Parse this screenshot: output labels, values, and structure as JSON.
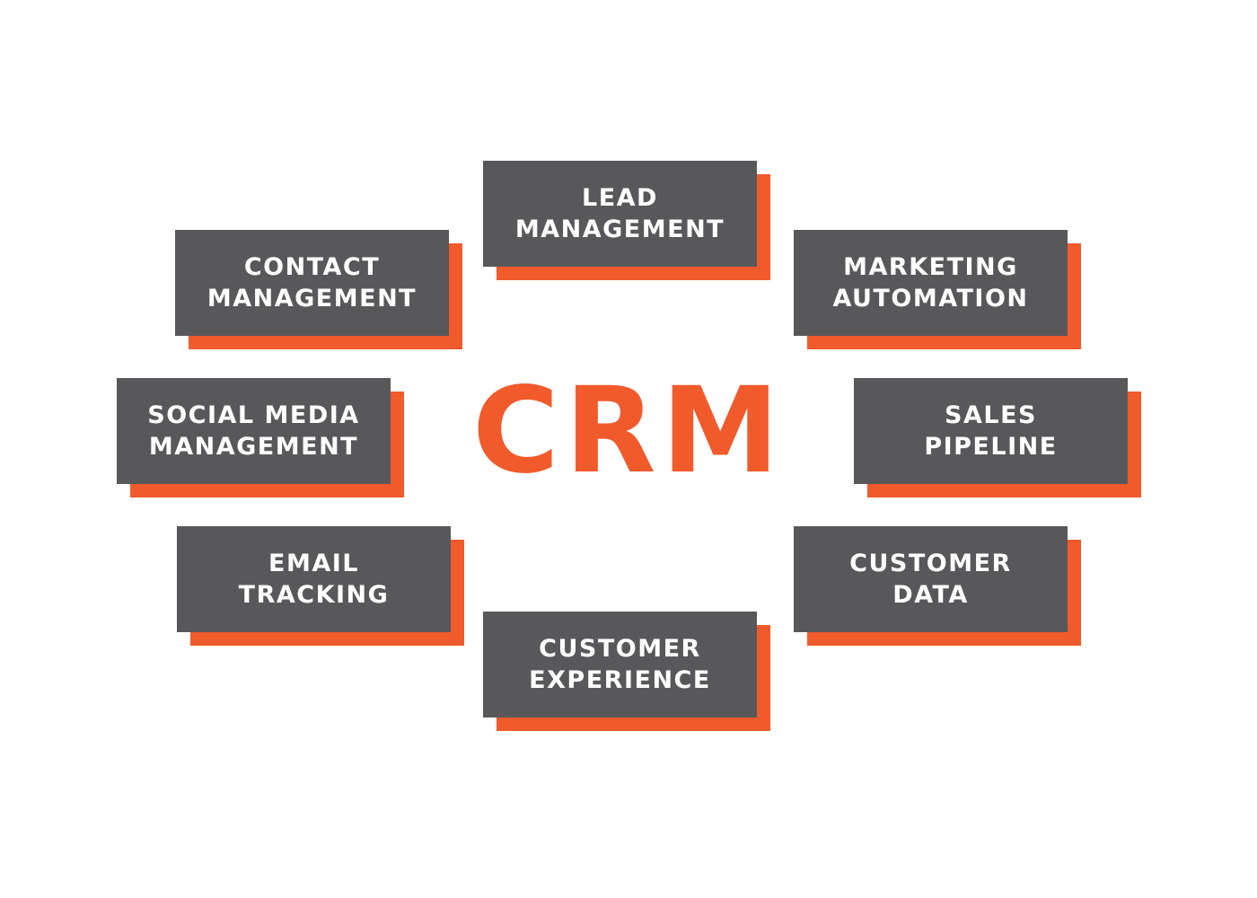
{
  "center": {
    "title": "CRM",
    "color": "#f15a2b"
  },
  "colors": {
    "card_face": "#58585b",
    "card_shadow": "#f15a2b",
    "card_text": "#ffffff",
    "background": "#ffffff"
  },
  "cards": {
    "lead_management": {
      "line1": "LEAD",
      "line2": "MANAGEMENT"
    },
    "contact_management": {
      "line1": "CONTACT",
      "line2": "MANAGEMENT"
    },
    "marketing_automation": {
      "line1": "MARKETING",
      "line2": "AUTOMATION"
    },
    "social_media_management": {
      "line1": "SOCIAL MEDIA",
      "line2": "MANAGEMENT"
    },
    "sales_pipeline": {
      "line1": "SALES",
      "line2": "PIPELINE"
    },
    "email_tracking": {
      "line1": "EMAIL",
      "line2": "TRACKING"
    },
    "customer_data": {
      "line1": "CUSTOMER",
      "line2": "DATA"
    },
    "customer_experience": {
      "line1": "CUSTOMER",
      "line2": "EXPERIENCE"
    }
  }
}
